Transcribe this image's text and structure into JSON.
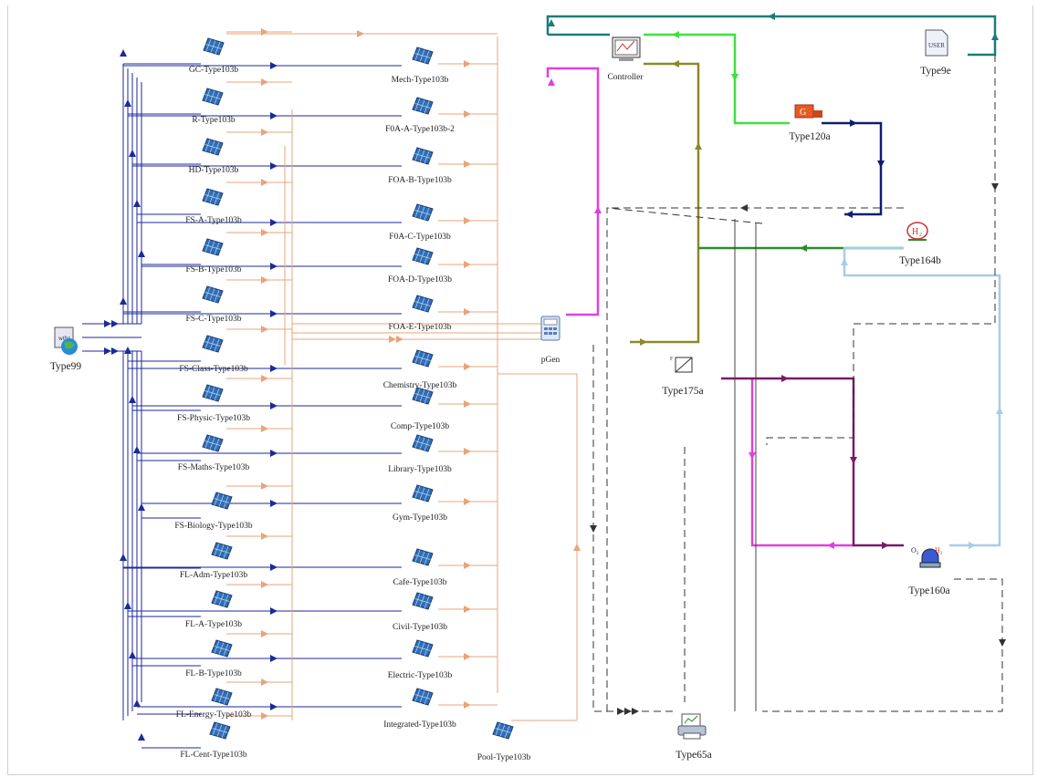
{
  "pv_units": [
    {
      "label": "GC-Type103b"
    },
    {
      "label": "R-Type103b"
    },
    {
      "label": "HD-Type103b"
    },
    {
      "label": "FS-A-Type103b"
    },
    {
      "label": "FS-B-Type103b"
    },
    {
      "label": "FS-C-Type103b"
    },
    {
      "label": "FS-Class-Type103b"
    },
    {
      "label": "FS-Physic-Type103b"
    },
    {
      "label": "FS-Maths-Type103b"
    },
    {
      "label": "FS-Biology-Type103b"
    },
    {
      "label": "FL-Adm-Type103b"
    },
    {
      "label": "FL-A-Type103b"
    },
    {
      "label": "FL-B-Type103b"
    },
    {
      "label": "FL-Energy-Type103b"
    },
    {
      "label": "FL-Cent-Type103b"
    },
    {
      "label": "Mech-Type103b"
    },
    {
      "label": "F0A-A-Type103b-2"
    },
    {
      "label": "FOA-B-Type103b"
    },
    {
      "label": "F0A-C-Type103b"
    },
    {
      "label": "FOA-D-Type103b"
    },
    {
      "label": "FOA-E-Type103b"
    },
    {
      "label": "Chemistry-Type103b"
    },
    {
      "label": "Comp-Type103b"
    },
    {
      "label": "Library-Type103b"
    },
    {
      "label": "Gym-Type103b"
    },
    {
      "label": "Cafe-Type103b"
    },
    {
      "label": "Civil-Type103b"
    },
    {
      "label": "Electric-Type103b"
    },
    {
      "label": "Integrated-Type103b"
    },
    {
      "label": "Pool-Type103b"
    }
  ],
  "components": {
    "weather": "Type99",
    "calculator": "pGen",
    "controller": "Controller",
    "user_equation": "Type9e",
    "diesel_generator": "Type120a",
    "hydrogen_tank": "Type164b",
    "converter": "Type175a",
    "electrolyzer": "Type160a",
    "printer": "Type65a",
    "user_icon_text": "USER",
    "h2_symbol": "H2",
    "o2_symbol": "O2",
    "gen_symbol": "G"
  },
  "colors": {
    "pv_panel": "#2f6fb8",
    "weather_link": "#1e2a9a",
    "pv_output": "#e8a47a",
    "teal": "#1e7b7b",
    "green": "#3ee03e",
    "olive": "#8a8a2a",
    "dark_green": "#2e8b2e",
    "navy": "#0e1e6e",
    "magenta": "#e040e0",
    "purple": "#7a1a6a",
    "light_blue": "#a8cce8",
    "dashed": "#333333"
  }
}
